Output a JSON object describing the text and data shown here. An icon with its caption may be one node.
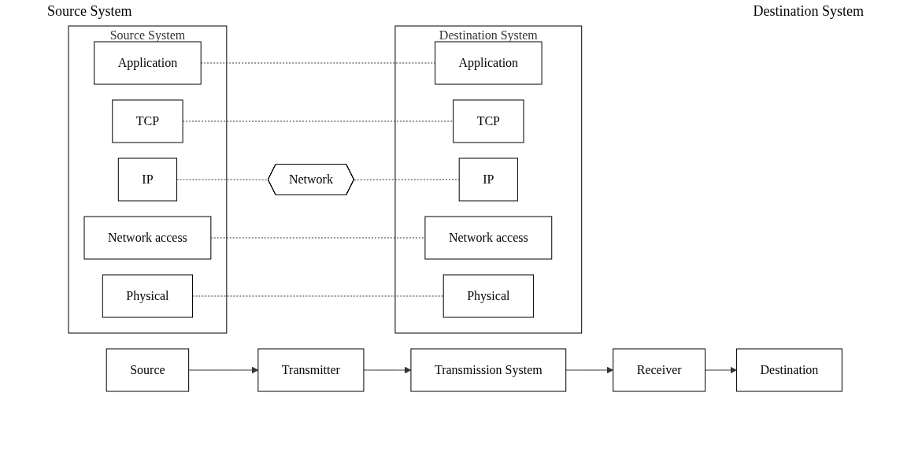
{
  "diagram": {
    "nodes": [
      {
        "text": [
          "Source"
        ]
      },
      {
        "text": [
          "Transmitter"
        ]
      },
      {
        "text": [
          "Transmission System"
        ]
      },
      {
        "text": [
          "Receiver"
        ]
      },
      {
        "text": [
          "Destination"
        ]
      },
      {
        "text": [
          "Source System"
        ]
      },
      {
        "text": [
          "Application"
        ],
        "in": 5
      },
      {
        "text": [
          "TCP"
        ],
        "in": 5
      },
      {
        "text": [
          "IP"
        ],
        "in": 5
      },
      {
        "text": [
          "Network access"
        ],
        "in": 5
      },
      {
        "text": [
          "Physical"
        ],
        "in": 5
      },
      {
        "text": [
          "Destination System"
        ]
      },
      {
        "text": [
          "Application"
        ],
        "in": 11
      },
      {
        "text": [
          "TCP"
        ],
        "in": 11
      },
      {
        "text": [
          "IP"
        ],
        "in": 11
      },
      {
        "text": [
          "Network access"
        ],
        "in": 11
      },
      {
        "text": [
          "Physical"
        ],
        "in": 11
      },
      {
        "text": [
          "Network"
        ]
      }
    ],
    "edges": [
      {
        "from": 0,
        "to": 1,
        "arrow": "to"
      },
      {
        "from": 1,
        "to": 2,
        "arrow": "to"
      },
      {
        "from": 2,
        "to": 3,
        "arrow": "to"
      },
      {
        "from": 3,
        "to": 4,
        "arrow": "to"
      },
      {
        "from": 6,
        "to": 12,
        "arrow": "none",
        "style": "dashed"
      },
      {
        "from": 7,
        "to": 13,
        "arrow": "none",
        "style": "dashed"
      },
      {
        "from": 8,
        "to": 17,
        "arrow": "none",
        "style": "dashed"
      },
      {
        "from": 17,
        "to": 14,
        "arrow": "none",
        "style": "dashed"
      },
      {
        "from": 9,
        "to": 15,
        "arrow": "none",
        "style": "dashed"
      },
      {
        "from": 10,
        "to": 16,
        "arrow": "none",
        "style": "dashed"
      }
    ],
    "labels": [
      "Source System",
      "Destination System"
    ]
  }
}
